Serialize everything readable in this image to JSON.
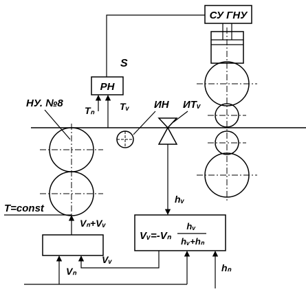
{
  "labels": {
    "su_gnu": "СУ ГНУ",
    "s": "S",
    "rn": "РН",
    "t_sub_n": "Tₙ",
    "t_sub_v": "Tᵥ",
    "nu8": "НУ. №8",
    "in": "ИН",
    "it": "ИТᵥ",
    "h_label": "hᵥ",
    "t_const": "T=const",
    "vn_plus_v": "Vₙ+Vᵥ",
    "vv": "Vᵥ",
    "vn": "Vₙ",
    "hn_right": "hₙ",
    "formula_lhs": "Vᵥ=-Vₙ",
    "formula_num": "hᵥ",
    "formula_den": "hᵥ+hₙ"
  }
}
